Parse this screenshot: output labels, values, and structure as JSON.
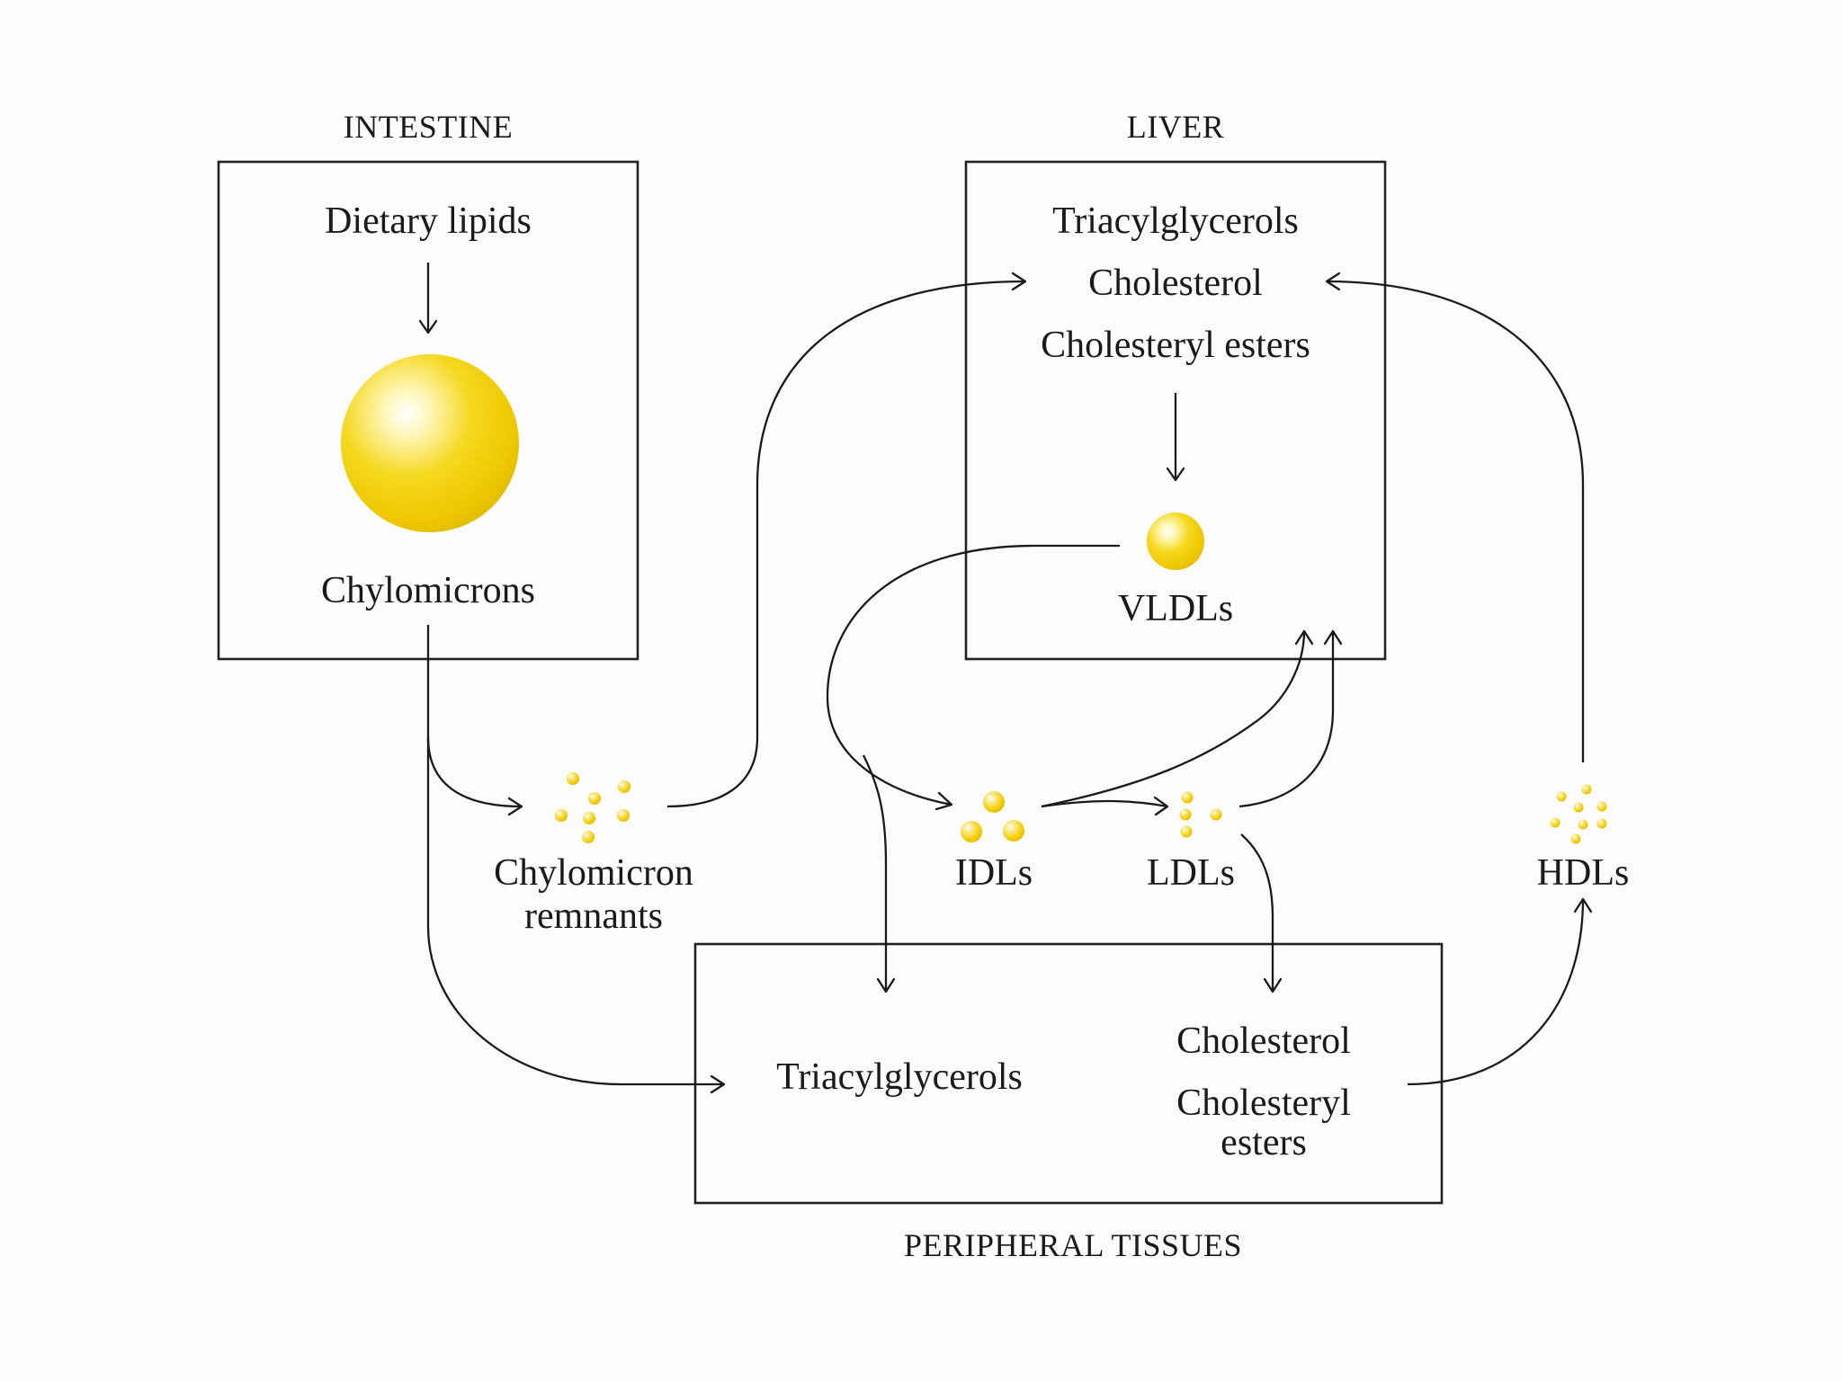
{
  "regions": {
    "intestine": "INTESTINE",
    "liver": "LIVER",
    "peripheral": "PERIPHERAL TISSUES"
  },
  "intestine": {
    "dietary_lipids": "Dietary lipids",
    "chylomicrons": "Chylomicrons"
  },
  "liver": {
    "triacylglycerols": "Triacylglycerols",
    "cholesterol": "Cholesterol",
    "cholesteryl_esters": "Cholesteryl esters",
    "vldls": "VLDLs"
  },
  "particles": {
    "chylomicron_remnants_line1": "Chylomicron",
    "chylomicron_remnants_line2": "remnants",
    "idls": "IDLs",
    "ldls": "LDLs",
    "hdls": "HDLs"
  },
  "peripheral": {
    "triacylglycerols": "Triacylglycerols",
    "cholesterol": "Cholesterol",
    "cholesteryl_line1": "Cholesteryl",
    "cholesteryl_line2": "esters"
  },
  "colors": {
    "particle_yellow": "#f2cc00",
    "particle_highlight": "#ffffff",
    "stroke": "#1a1a1a"
  }
}
